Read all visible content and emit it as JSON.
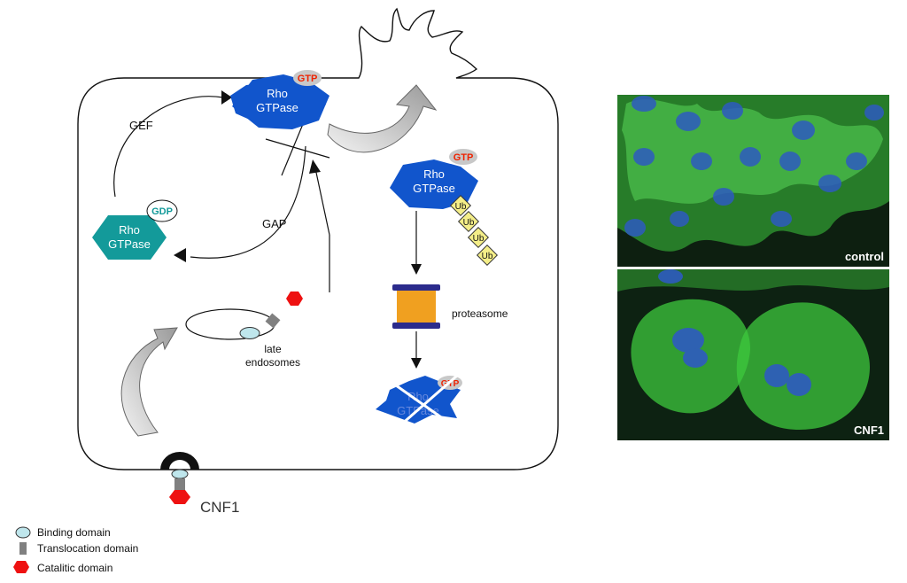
{
  "diagram": {
    "rho_label_line1": "Rho",
    "rho_label_line2": "GTPase",
    "gtp_badge": "GTP",
    "gdp_badge": "GDP",
    "gef_label": "GEF",
    "gap_label": "GAP",
    "ub_label": "Ub",
    "proteasome_label": "proteasome",
    "late_endosomes_line1": "late",
    "late_endosomes_line2": "endosomes",
    "toxin_label": "CNF1"
  },
  "micrographs": {
    "top_label": "control",
    "bottom_label": "CNF1"
  },
  "legend": {
    "binding_domain": "Binding domain",
    "translocation_domain": "Translocation domain",
    "catalytic_domain": "Catalitic domain"
  },
  "colors": {
    "rho_gtp": "#1155cc",
    "rho_gdp": "#139a9a",
    "gtp_text": "#ee2200",
    "badge_fill": "#c8c8c8",
    "catalytic": "#ee1111",
    "binding": "#bfe6ec",
    "translocation": "#808080",
    "ub_fill": "#f4ee88",
    "proteasome_body": "#f0a020",
    "proteasome_cap": "#2b2b8c",
    "fluorescence_actin": "#3ec83e",
    "fluorescence_nucleus": "#2e5bc0"
  }
}
